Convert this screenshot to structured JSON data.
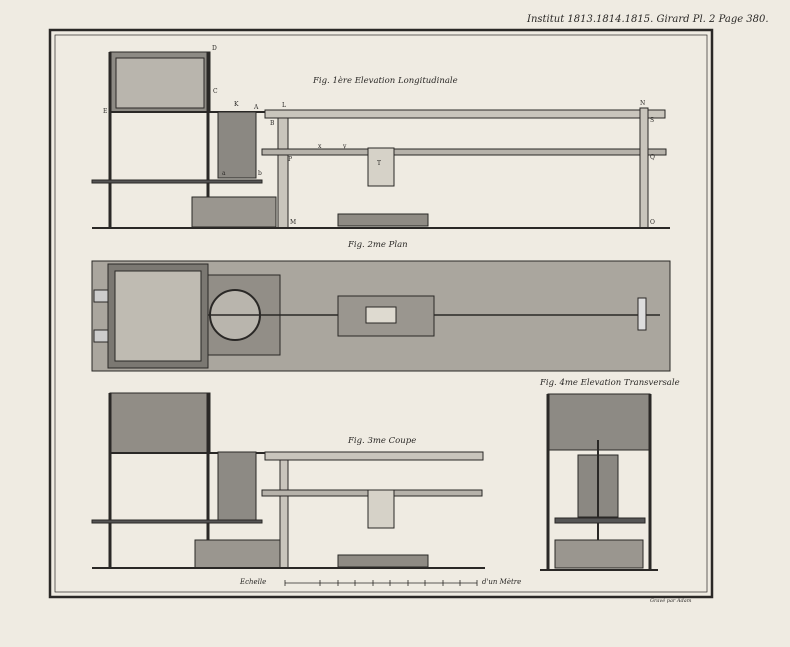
{
  "header": "Institut 1813.1814.1815. Girard Pl. 2 Page 380.",
  "figures": {
    "fig1": "Fig. 1ère Elevation Longitudinale",
    "fig2": "Fig. 2me Plan",
    "fig3": "Fig. 3me Coupe",
    "fig4": "Fig. 4me Elevation Transversale"
  },
  "letters": [
    "D",
    "C",
    "E",
    "K",
    "A",
    "L",
    "N",
    "B",
    "S",
    "x",
    "y",
    "P",
    "Q",
    "T",
    "M",
    "O",
    "a",
    "b"
  ],
  "scale": {
    "label": "Echelle",
    "unit": "d'un Mètre"
  },
  "engraver": "Gravé par Adam"
}
